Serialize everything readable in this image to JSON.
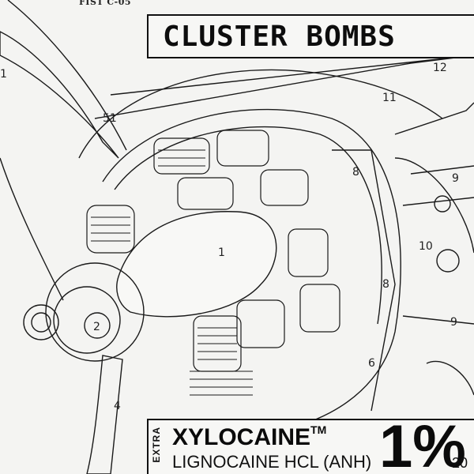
{
  "catalog_number": "FIST C-05",
  "title": "CLUSTER BOMBS",
  "callouts": [
    "1",
    "1",
    "2",
    "4",
    "6",
    "8",
    "8",
    "9",
    "9",
    "10",
    "11",
    "12",
    "51"
  ],
  "label": {
    "side_text": "EXTRA",
    "brand": "XYLOCAINE",
    "trademark": "TM",
    "generic": "LIGNOCAINE HCL (ANH)",
    "strength": "1%",
    "suffix": "20"
  }
}
